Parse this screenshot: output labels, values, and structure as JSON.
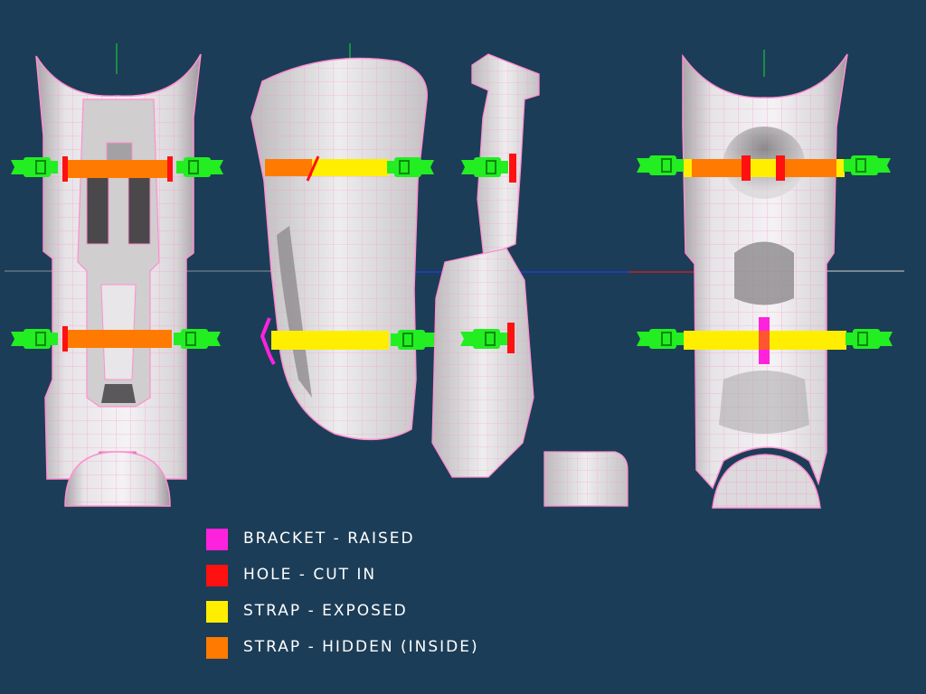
{
  "scene": {
    "background_color": "#1c3d57",
    "mesh_fill": "#e4e2e4",
    "wireframe_color": "#ff8fd0",
    "axis_colors": {
      "horizontal_left": "#8a8f94",
      "horizontal_right": "#cfd3d6",
      "blue_axis": "#1f3fd0",
      "red_axis": "#c0202a",
      "vertical": "#16c040"
    },
    "views": [
      {
        "id": "front-view",
        "name": "Front view of leg armor piece"
      },
      {
        "id": "side-view",
        "name": "Side view of leg armor piece"
      },
      {
        "id": "profile-view",
        "name": "Profile view of leg armor piece"
      },
      {
        "id": "back-view",
        "name": "Back view of leg armor piece"
      }
    ],
    "parts": {
      "buckle": {
        "icon": "buckle-icon",
        "color": "#22ee22"
      },
      "strap_exposed": {
        "color": "#ffee00"
      },
      "strap_hidden": {
        "color": "#ff7a00"
      },
      "hole": {
        "color": "#ff1111"
      },
      "bracket": {
        "color": "#ff22dd"
      }
    }
  },
  "legend": [
    {
      "key": "bracket",
      "label": "BRACKET - RAISED",
      "color": "#ff22dd"
    },
    {
      "key": "hole",
      "label": "HOLE - CUT IN",
      "color": "#ff1111"
    },
    {
      "key": "strap_exposed",
      "label": "STRAP - EXPOSED",
      "color": "#ffee00"
    },
    {
      "key": "strap_hidden",
      "label": "STRAP - HIDDEN (INSIDE)",
      "color": "#ff7a00"
    }
  ]
}
